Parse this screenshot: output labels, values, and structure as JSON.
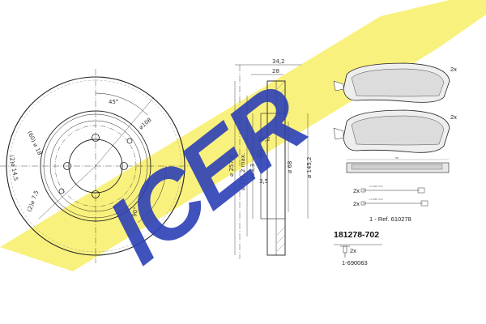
{
  "brand": {
    "logo_text": "ICER",
    "logo_color": "#2b3fb5",
    "swoosh_color": "#f8ef66"
  },
  "disc_front": {
    "angle_label": "45°",
    "pcd_label": "⌀108",
    "center_bore_label": "(60) ⌀ 18",
    "hole_label": "(2)⌀ 14,5",
    "small_hole_label": "(2)⌀ 7,5",
    "right_angle_label": "90°"
  },
  "disc_section": {
    "top_width": "34,2",
    "top_inner": "28",
    "outer_diameter": "⌀ 257,8",
    "friction_diameter": "⌀ 171,2 max.",
    "hat_diameter": "133,3",
    "offset": "27,2",
    "ref_mark": "A",
    "hub_diameter": "⌀ 68",
    "hat_inner": "⌀ 145,2",
    "thickness": "3,5"
  },
  "pads": {
    "qty_top": "2x",
    "qty_bottom": "2x",
    "width_dim": "88"
  },
  "sensors": {
    "qty_1": "2x",
    "qty_2": "2x",
    "len_1": "L=165 mm",
    "len_2": "L=185 mm"
  },
  "ref_line": "1  -  Ref. 610278",
  "part_number": "181278-702",
  "hardware": {
    "qty": "2x",
    "code": "1-690063"
  }
}
